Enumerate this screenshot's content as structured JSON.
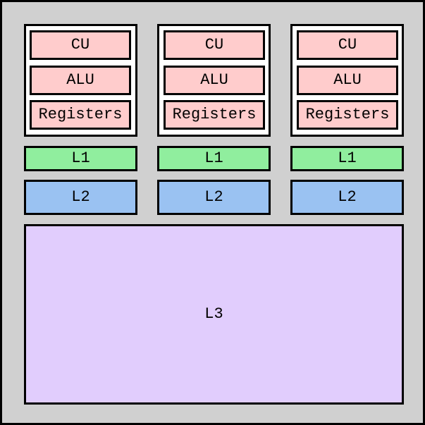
{
  "colors": {
    "chip_background": "#d0d0d0",
    "core_background": "#ffffff",
    "core_unit": "#ffcccc",
    "l1_cache": "#90ee9e",
    "l2_cache": "#9ac2f2",
    "l3_cache": "#e1cdfd",
    "border": "#000000"
  },
  "cores": [
    {
      "cu": "CU",
      "alu": "ALU",
      "registers": "Registers",
      "l1": "L1",
      "l2": "L2"
    },
    {
      "cu": "CU",
      "alu": "ALU",
      "registers": "Registers",
      "l1": "L1",
      "l2": "L2"
    },
    {
      "cu": "CU",
      "alu": "ALU",
      "registers": "Registers",
      "l1": "L1",
      "l2": "L2"
    }
  ],
  "shared_cache": {
    "label": "L3"
  }
}
